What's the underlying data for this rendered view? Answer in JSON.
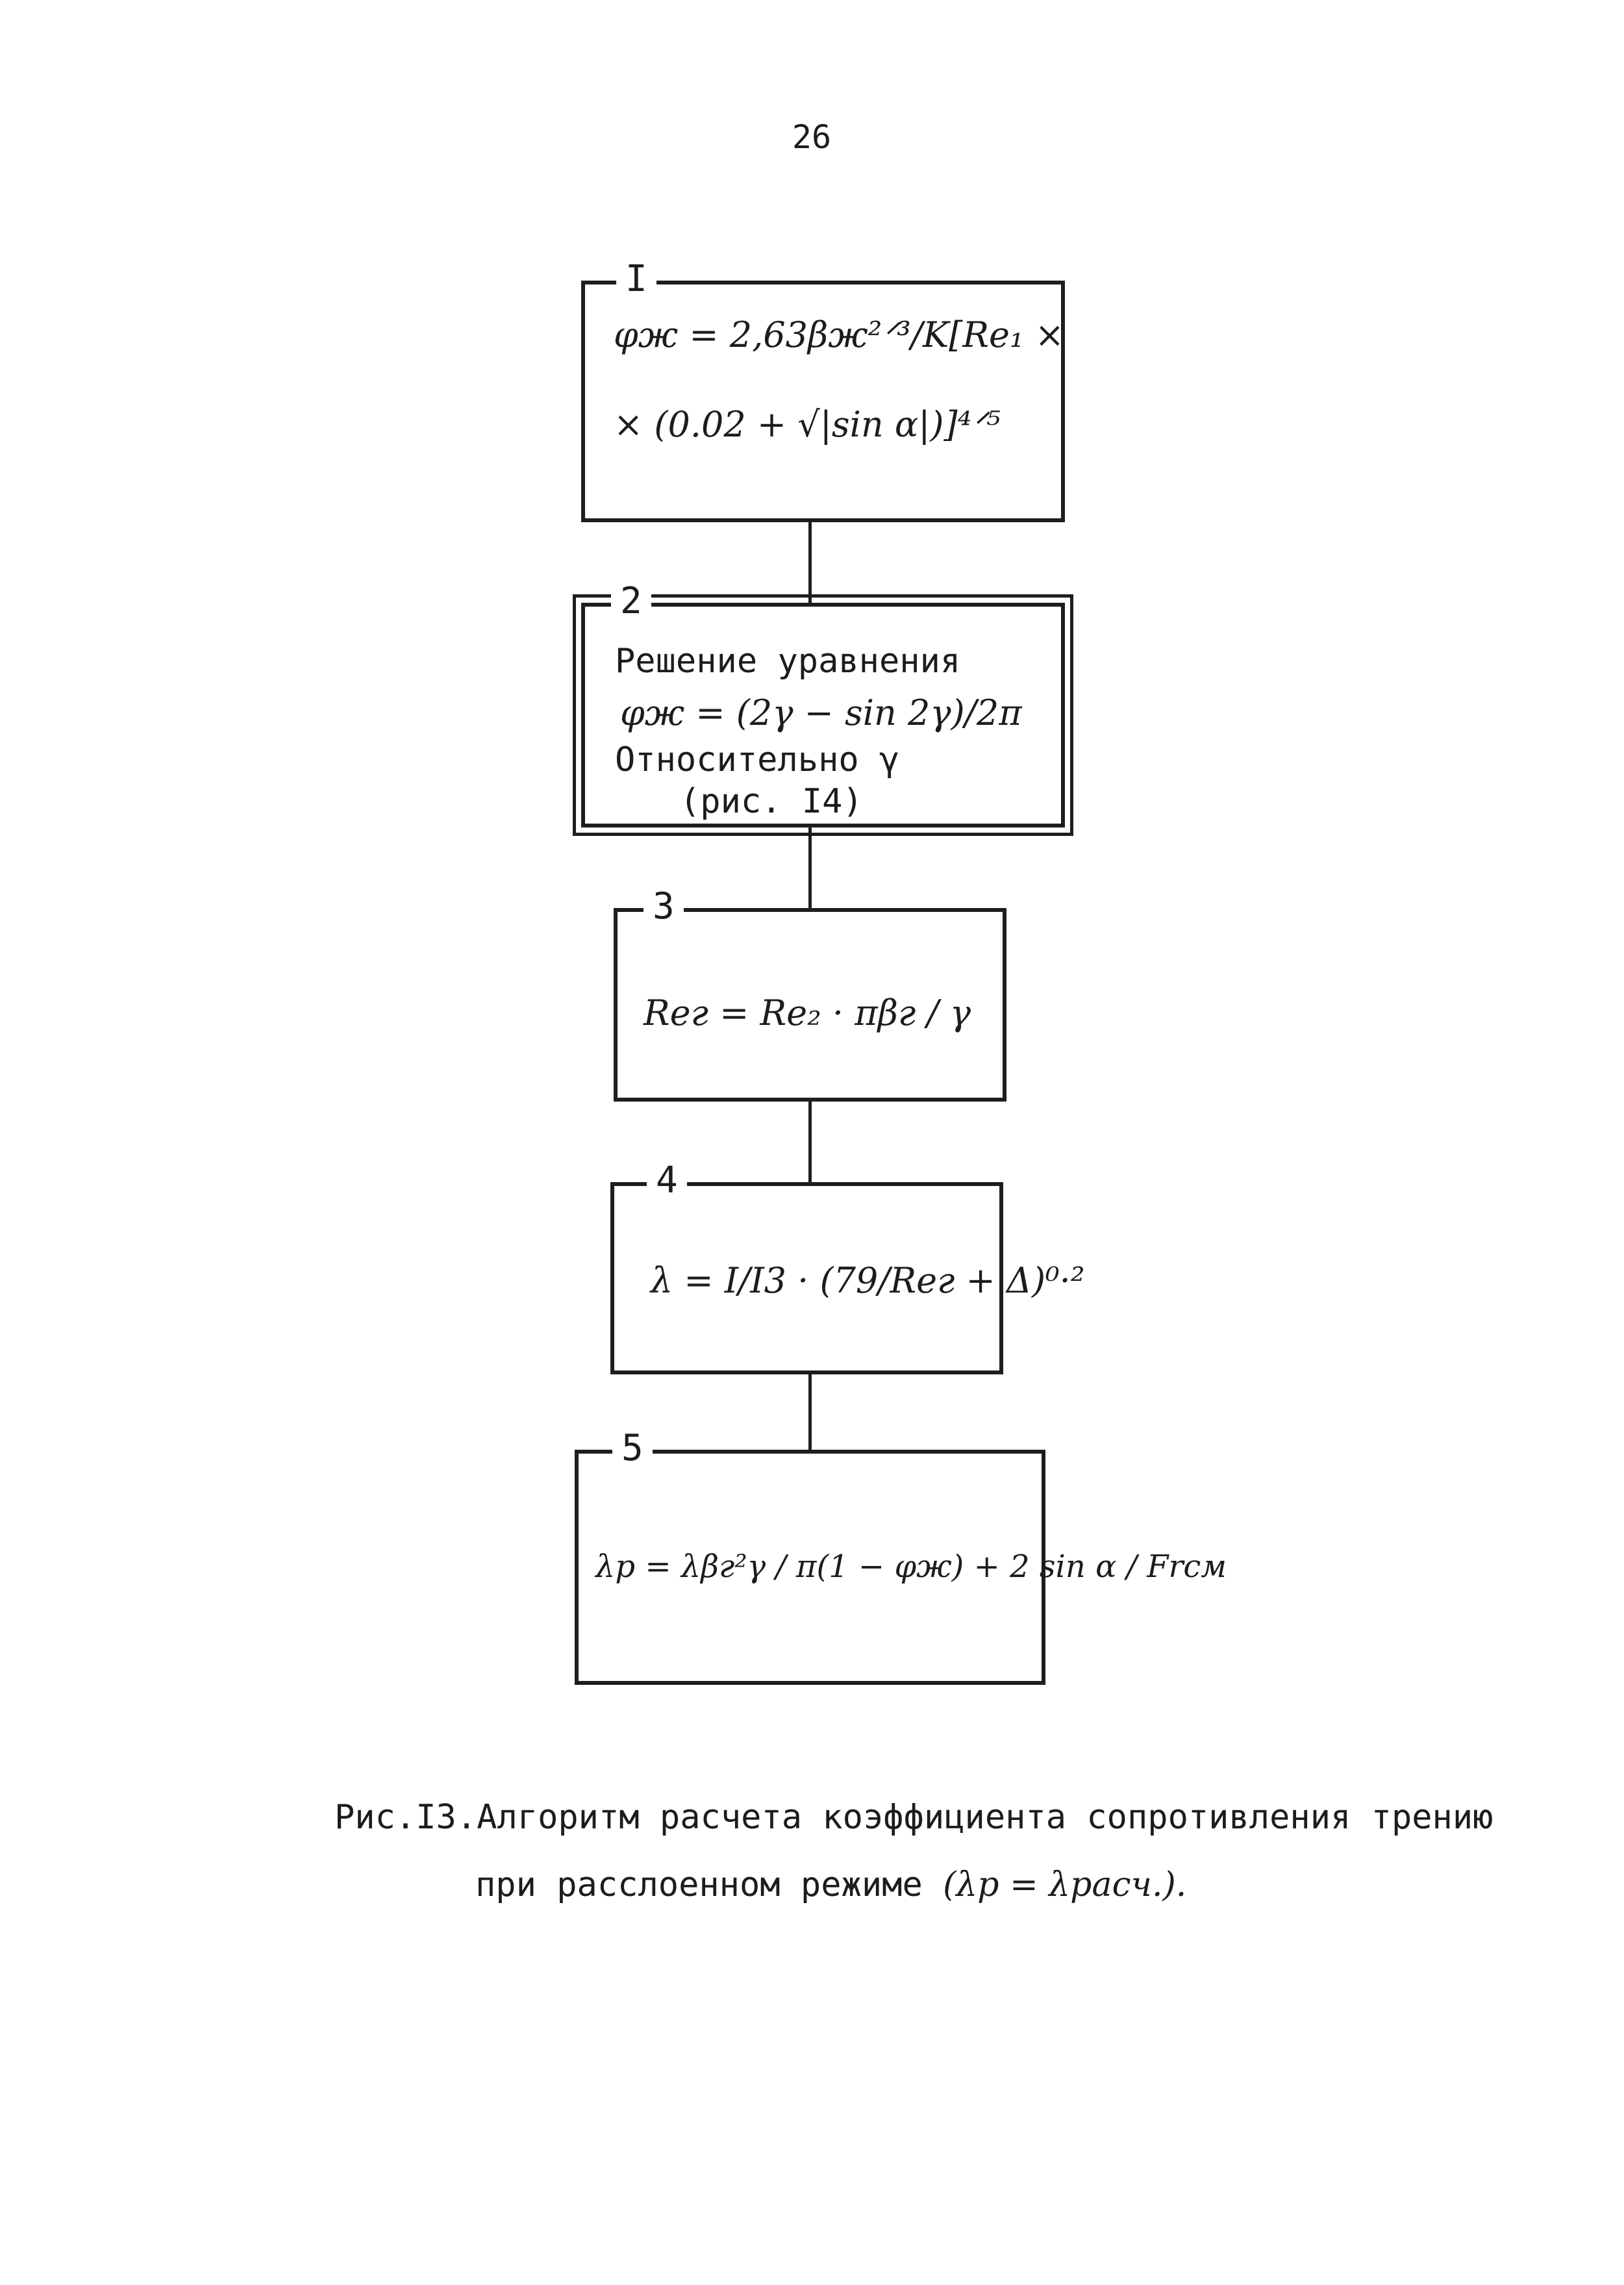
{
  "page_number": "26",
  "blocks": [
    {
      "number": "I",
      "lines": [
        "φж = 2,63βж²ᐟ³/K[Re₁ ×",
        "× (0.02 + √|sin α|)]⁴ᐟ⁵"
      ]
    },
    {
      "number": "2",
      "lines": [
        "Решение уравнения",
        "φж = (2γ − sin 2γ)/2π",
        "Относительно γ",
        "(рис. I4)"
      ]
    },
    {
      "number": "3",
      "lines": [
        "Reг = Re₂ · πβг / γ"
      ]
    },
    {
      "number": "4",
      "lines": [
        "λ = I/I3 · (79/Reг + Δ)⁰·²"
      ]
    },
    {
      "number": "5",
      "lines": [
        "λp = λβг²γ / π(1 − φж) + 2 sin α / Frсм"
      ]
    }
  ],
  "caption": {
    "line1": "Рис.I3.Алгоритм расчета коэффициента сопротивления трению",
    "line2": "при расслоенном режиме",
    "line2_formula": "(λp = λрасч.)."
  }
}
